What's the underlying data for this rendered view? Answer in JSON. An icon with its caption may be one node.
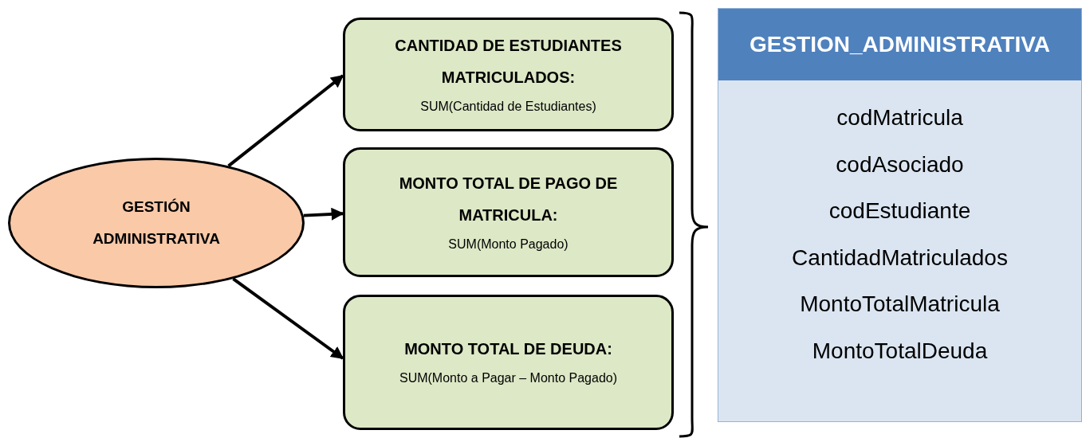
{
  "diagram": {
    "nodes": [
      {
        "text": [
          "GESTIÓN ADMINISTRATIVA"
        ]
      },
      {
        "text": [
          "CANTIDAD DE ESTUDIANTES MATRICULADOS:",
          "SUM(Cantidad de Estudiantes)"
        ]
      },
      {
        "text": [
          "MONTO TOTAL DE PAGO DE MATRICULA:",
          "SUM(Monto Pagado)"
        ]
      },
      {
        "text": [
          "MONTO TOTAL DE DEUDA:",
          "SUM(Monto a Pagar – Monto Pagado)"
        ]
      },
      {
        "text": [
          "GESTION_ADMINISTRATIVA",
          "codMatricula",
          "codAsociado",
          "codEstudiante",
          "CantidadMatriculados",
          "MontoTotalMatricula",
          "MontoTotalDeuda"
        ]
      }
    ],
    "edges": [
      {
        "from": 0,
        "to": 1,
        "arrow": "to"
      },
      {
        "from": 0,
        "to": 2,
        "arrow": "to"
      },
      {
        "from": 0,
        "to": 3,
        "arrow": "to"
      }
    ]
  }
}
